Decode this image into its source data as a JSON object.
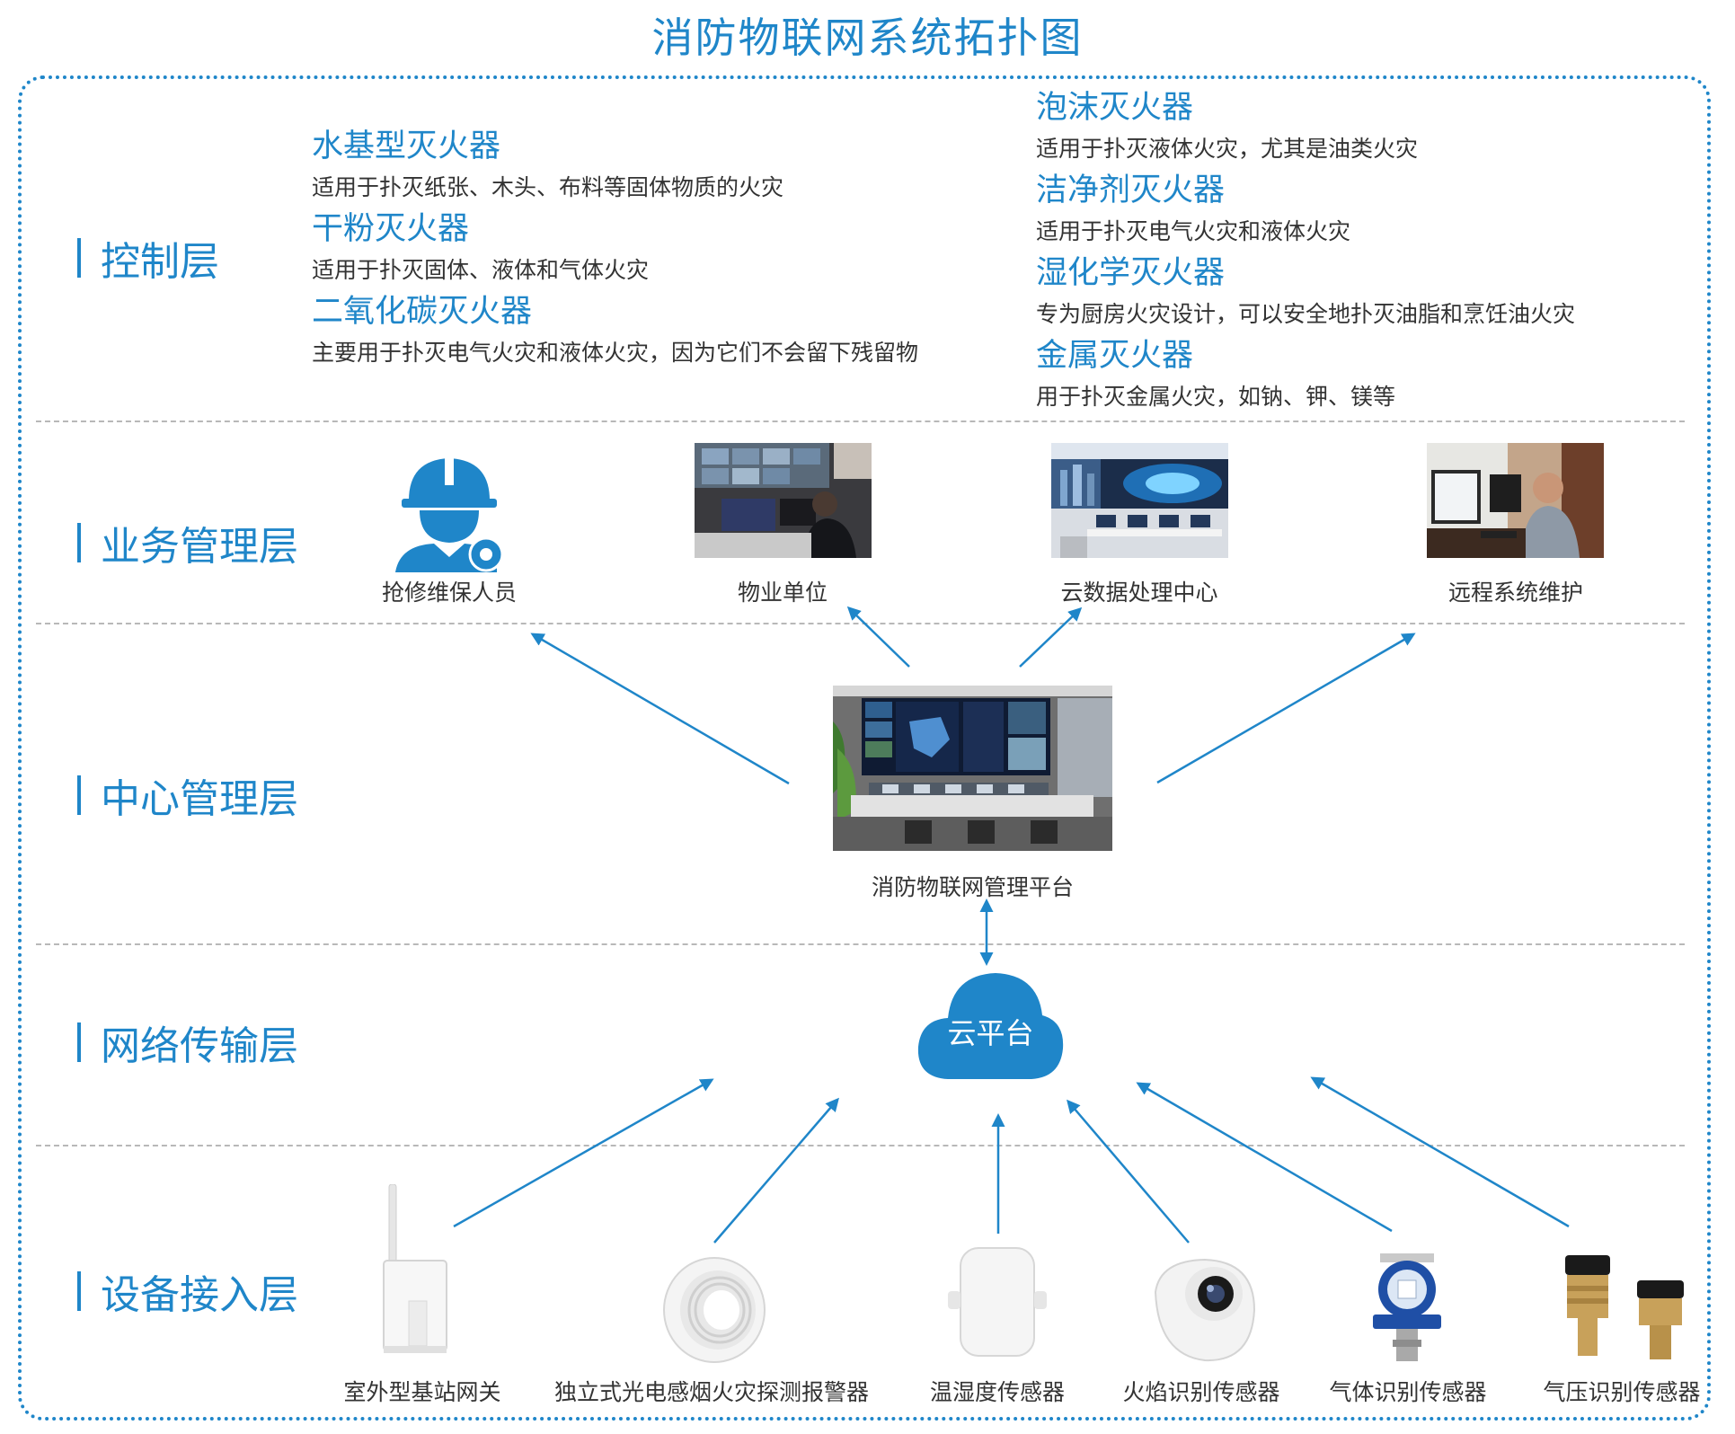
{
  "title": "消防物联网系统拓扑图",
  "layers": {
    "control": "控制层",
    "business": "业务管理层",
    "center": "中心管理层",
    "network": "网络传输层",
    "device": "设备接入层"
  },
  "extinguishers_left": [
    {
      "name": "水基型灭火器",
      "desc": "适用于扑灭纸张、木头、布料等固体物质的火灾"
    },
    {
      "name": "干粉灭火器",
      "desc": "适用于扑灭固体、液体和气体火灾"
    },
    {
      "name": "二氧化碳灭火器",
      "desc": "主要用于扑灭电气火灾和液体火灾，因为它们不会留下残留物"
    }
  ],
  "extinguishers_right": [
    {
      "name": "泡沫灭火器",
      "desc": "适用于扑灭液体火灾，尤其是油类火灾"
    },
    {
      "name": "洁净剂灭火器",
      "desc": "适用于扑灭电气火灾和液体火灾"
    },
    {
      "name": "湿化学灭火器",
      "desc": "专为厨房火灾设计，可以安全地扑灭油脂和烹饪油火灾"
    },
    {
      "name": "金属灭火器",
      "desc": "用于扑灭金属火灾，如钠、钾、镁等"
    }
  ],
  "business_nodes": [
    "抢修维保人员",
    "物业单位",
    "云数据处理中心",
    "远程系统维护"
  ],
  "platform_label": "消防物联网管理平台",
  "cloud_label": "云平台",
  "devices": [
    "室外型基站网关",
    "独立式光电感烟火灾探测报警器",
    "温湿度传感器",
    "火焰识别传感器",
    "气体识别传感器",
    "气压识别传感器"
  ],
  "colors": {
    "accent": "#1f86c9",
    "text": "#333333",
    "separator": "#b8b8b8"
  },
  "icons": {
    "maintenance": "worker-helmet-gear-icon",
    "cloud": "cloud-icon"
  }
}
